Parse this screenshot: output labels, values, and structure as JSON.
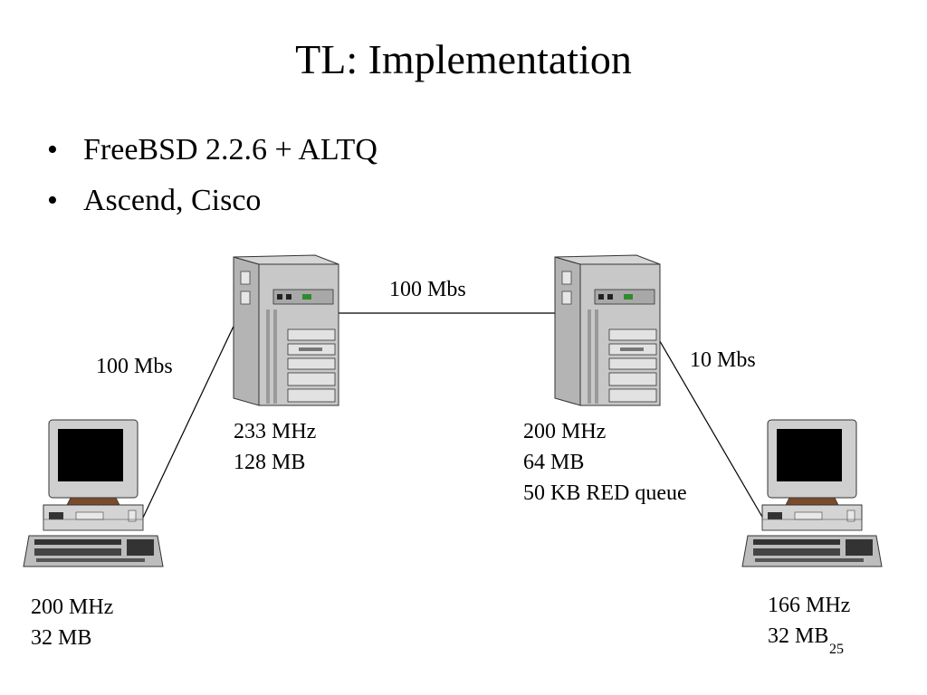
{
  "slide": {
    "title": "TL: Implementation",
    "bullets": [
      "FreeBSD 2.2.6 + ALTQ",
      "Ascend, Cisco"
    ],
    "page_number": "25"
  },
  "diagram": {
    "links": [
      {
        "label": "100 Mbs"
      },
      {
        "label": "100 Mbs"
      },
      {
        "label": "10 Mbs"
      }
    ],
    "routers": [
      {
        "lines": [
          "233 MHz",
          "128 MB"
        ],
        "icon": "server-tower-icon"
      },
      {
        "lines": [
          "200 MHz",
          "64 MB",
          "50 KB RED queue"
        ],
        "icon": "server-tower-icon"
      }
    ],
    "hosts": [
      {
        "lines": [
          "200 MHz",
          "32 MB"
        ],
        "icon": "desktop-computer-icon"
      },
      {
        "lines": [
          "166 MHz",
          "32 MB"
        ],
        "icon": "desktop-computer-icon"
      }
    ]
  }
}
